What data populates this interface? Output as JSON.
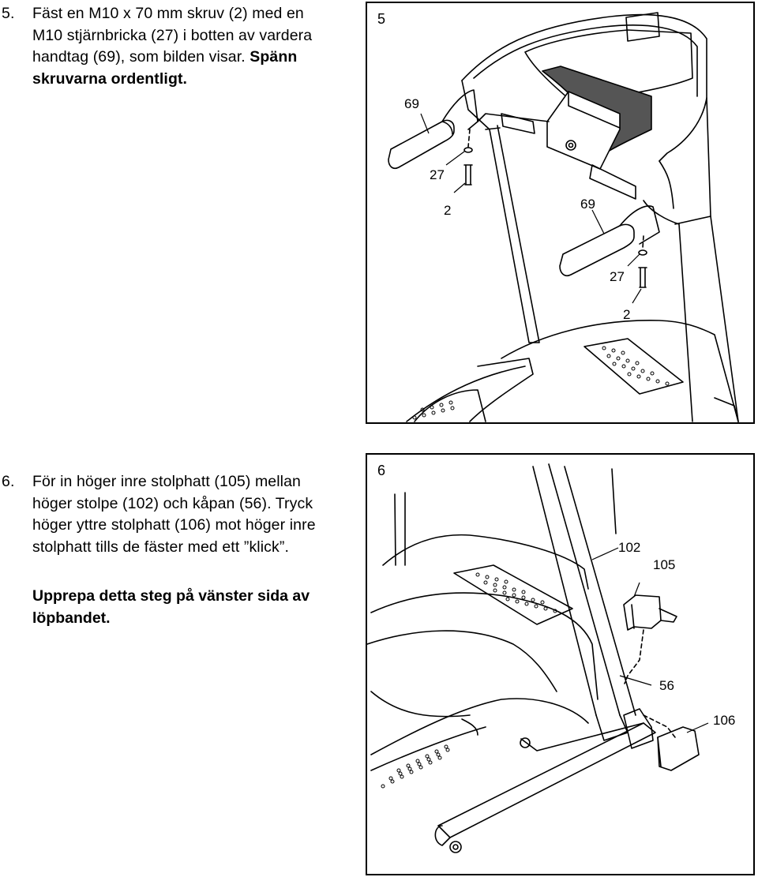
{
  "step5": {
    "number": "5.",
    "lines": [
      "Fäst en M10 x 70 mm skruv (2) med en",
      "M10 stjärnbricka (27) i botten av vardera",
      "handtag (69), som bilden visar."
    ],
    "line3_bold_tail": "Spänn",
    "line4_bold": "skruvarna ordentligt."
  },
  "step6": {
    "number": "6.",
    "lines": [
      "För in höger inre stolphatt (105) mellan",
      "höger stolpe (102) och kåpan (56). Tryck",
      "höger yttre stolphatt (106) mot höger inre",
      "stolphatt tills de fäster med ett ”klick”."
    ],
    "repeat_lines": [
      "Upprepa detta steg på vänster sida av",
      "löpbandet."
    ]
  },
  "figure5": {
    "number": "5",
    "callouts": {
      "handle_left": "69",
      "washer_left": "27",
      "bolt_left": "2",
      "handle_right": "69",
      "washer_right": "27",
      "bolt_right": "2"
    }
  },
  "figure6": {
    "number": "6",
    "callouts": {
      "upright": "102",
      "inner_cap": "105",
      "hood": "56",
      "outer_cap": "106"
    }
  }
}
